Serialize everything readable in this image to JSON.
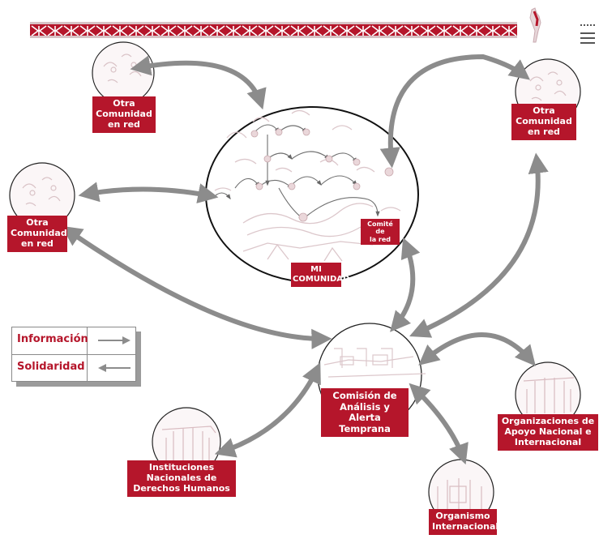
{
  "nodes": {
    "otra_top_left": [
      "Otra",
      "Comunidad",
      "en red"
    ],
    "otra_mid_left": [
      "Otra",
      "Comunidad",
      "en red"
    ],
    "otra_top_right": [
      "Otra",
      "Comunidad",
      "en red"
    ],
    "mi_comunidad": [
      "MI",
      "COMUNIDAD"
    ],
    "comite": [
      "Comité de",
      "la red"
    ],
    "comision": [
      "Comisión de",
      "Análisis y Alerta",
      "Temprana"
    ],
    "instituciones": [
      "Instituciones",
      "Nacionales de",
      "Derechos Humanos"
    ],
    "organizaciones": [
      "Organizaciones de",
      "Apoyo Nacional e",
      "Internacional"
    ],
    "organismo": [
      "Organismo",
      "Internacional"
    ]
  },
  "legend": {
    "informacion": "Información",
    "solidaridad": "Solidaridad"
  },
  "colors": {
    "accent": "#b5162b",
    "arrow": "#8c8c8c",
    "sketch": "#d9c2c6"
  },
  "icons": {
    "banner": "decorative-pattern-band",
    "brand": "person-silhouette-icon",
    "menu": "menu-icon"
  }
}
